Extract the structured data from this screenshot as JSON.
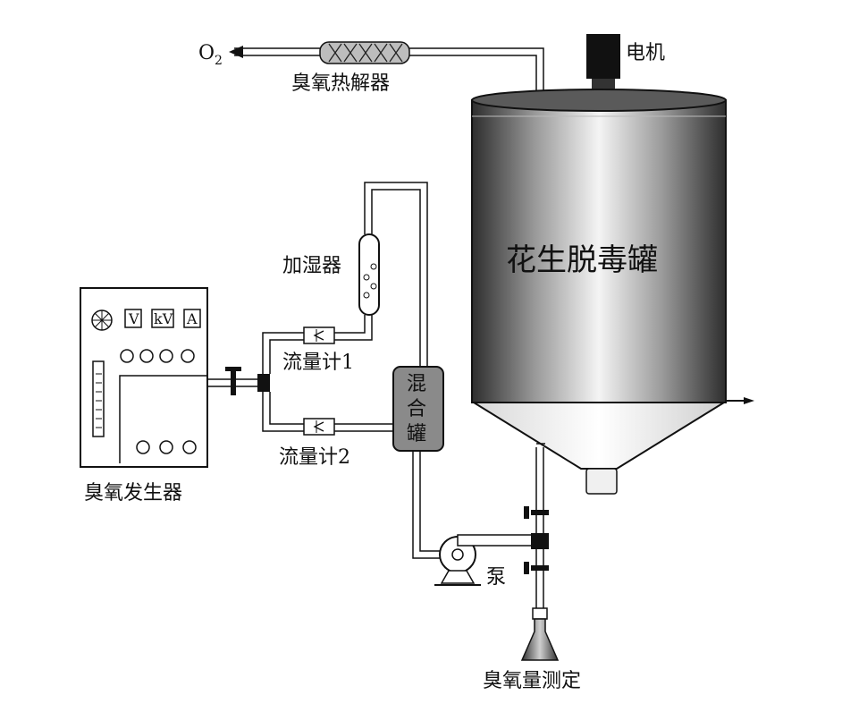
{
  "labels": {
    "o2": "O",
    "o2_sub": "2",
    "ozone_decomposer": "臭氧热解器",
    "motor": "电机",
    "tank": "花生脱毒罐",
    "humidifier": "加湿器",
    "flowmeter1": "流量计1",
    "flowmeter2": "流量计2",
    "mixing_tank_line1": "混",
    "mixing_tank_line2": "合",
    "mixing_tank_line3": "罐",
    "generator": "臭氧发生器",
    "pump": "泵",
    "measurement": "臭氧量测定"
  },
  "generator_panel": {
    "meter_v": "V",
    "meter_kv": "kV",
    "meter_a": "A"
  },
  "colors": {
    "line": "#111111",
    "tank_dark": "#3a3a3a",
    "tank_light": "#f4f4f4",
    "mixer_fill": "#8a8a8a"
  }
}
